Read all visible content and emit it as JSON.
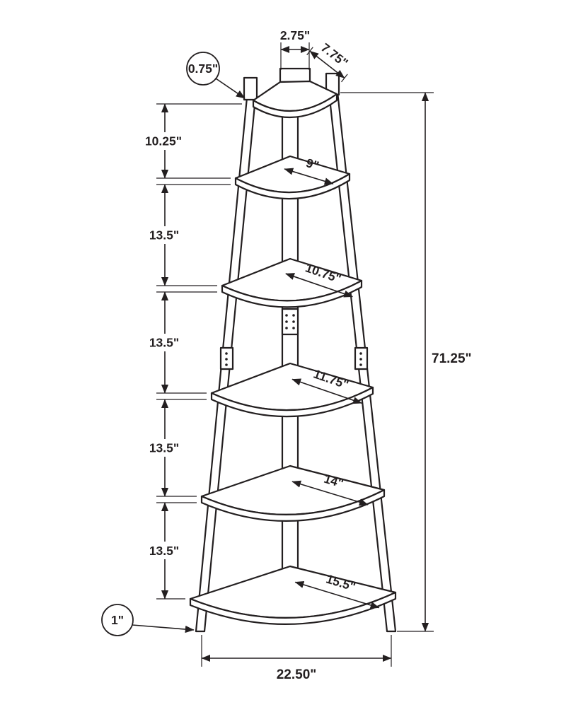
{
  "diagram": {
    "name": "Corner ladder bookcase dimension drawing",
    "line_color": "#231f20",
    "background_color": "#ffffff",
    "top": {
      "width_label": "2.75\"",
      "depth_label": "7.75\"",
      "thickness_label": "0.75\""
    },
    "left_spacings": [
      {
        "label": "10.25\""
      },
      {
        "label": "13.5\""
      },
      {
        "label": "13.5\""
      },
      {
        "label": "13.5\""
      },
      {
        "label": "13.5\""
      }
    ],
    "shelf_widths": [
      {
        "label": "9\""
      },
      {
        "label": "10.75\""
      },
      {
        "label": "11.75\""
      },
      {
        "label": "14\""
      },
      {
        "label": "15.5\""
      }
    ],
    "total_height_label": "71.25\"",
    "base_width_label": "22.50\"",
    "leg_thickness_label": "1\""
  }
}
